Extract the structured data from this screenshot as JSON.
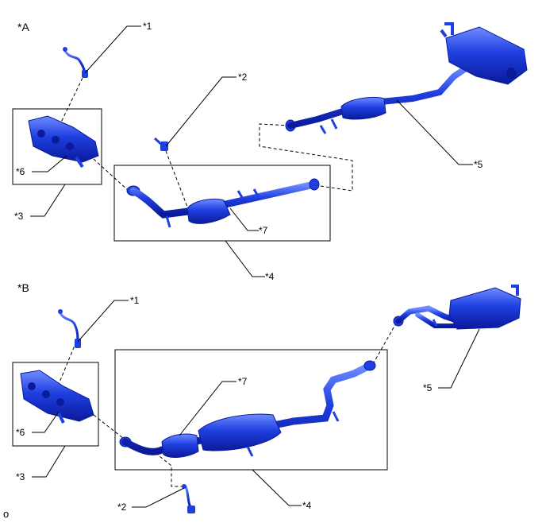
{
  "sections": {
    "a": {
      "title": "*A",
      "callouts": {
        "c1": "*1",
        "c2": "*2",
        "c3": "*3",
        "c4": "*4",
        "c5": "*5",
        "c6": "*6",
        "c7": "*7"
      }
    },
    "b": {
      "title": "*B",
      "callouts": {
        "c1": "*1",
        "c2": "*2",
        "c3": "*3",
        "c4": "*4",
        "c5": "*5",
        "c6": "*6",
        "c7": "*7"
      }
    }
  },
  "footer": {
    "code": "o"
  },
  "colors": {
    "part_fill": "#1f3fe0",
    "part_dark": "#0a1a9a",
    "part_light": "#6f8cff",
    "line": "#000000"
  }
}
